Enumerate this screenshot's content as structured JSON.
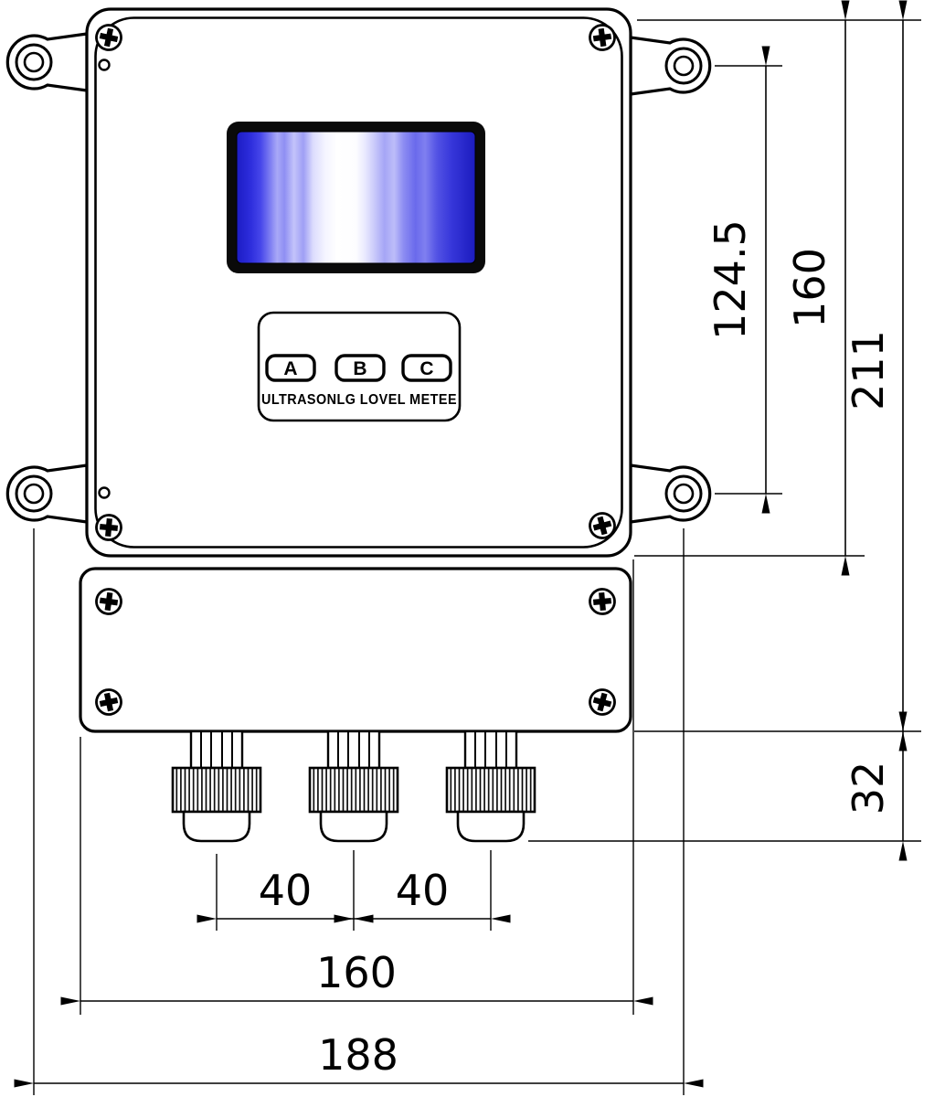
{
  "drawing": {
    "product_label": "ULTRASONLG LOVEL METEE",
    "buttons": [
      "A",
      "B",
      "C"
    ]
  },
  "dims": {
    "hole_spacing_vertical": "124.5",
    "body_height": "160",
    "overall_height": "211",
    "gland_height": "32",
    "gland_pitch_left": "40",
    "gland_pitch_right": "40",
    "body_width": "160",
    "hole_spacing_horizontal": "188"
  },
  "colors": {
    "line": "#000000",
    "lcd_blue": "#2222cc",
    "lcd_glare": "#ffffff"
  }
}
